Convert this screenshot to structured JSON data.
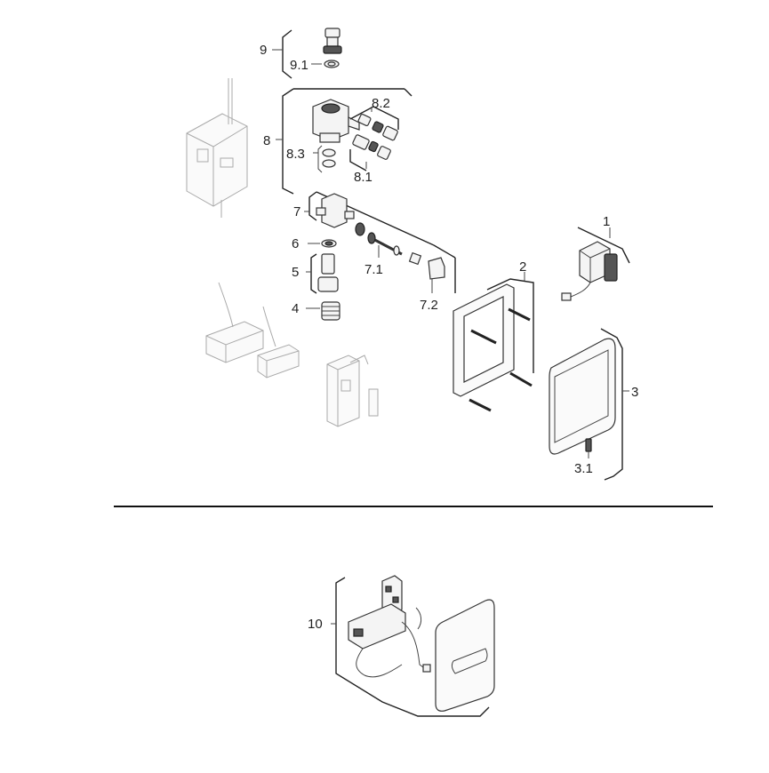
{
  "diagram": {
    "callouts": {
      "c9": "9",
      "c9_1": "9.1",
      "c8": "8",
      "c8_1": "8.1",
      "c8_2": "8.2",
      "c8_3": "8.3",
      "c7": "7",
      "c7_1": "7.1",
      "c7_2": "7.2",
      "c6": "6",
      "c5": "5",
      "c4": "4",
      "c1": "1",
      "c2": "2",
      "c3": "3",
      "c3_1": "3.1",
      "c10": "10"
    }
  }
}
